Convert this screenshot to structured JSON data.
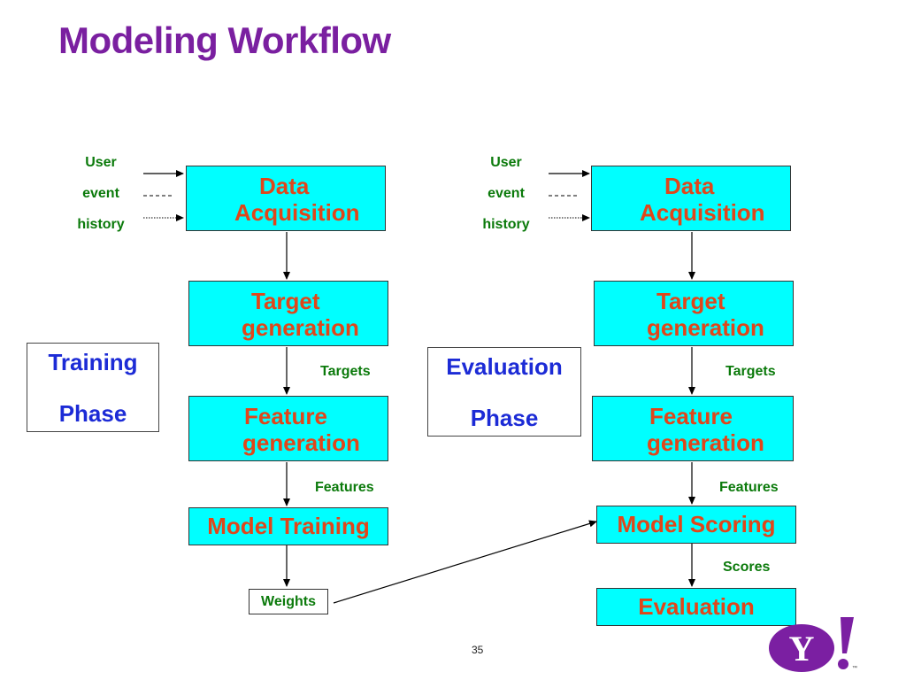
{
  "title": "Modeling Workflow",
  "page_number": "35",
  "logo": {
    "text": "Y",
    "exclaim": "!",
    "tm": "™",
    "color": "#7b1fa2"
  },
  "left": {
    "inputs": [
      "User",
      "event",
      "history"
    ],
    "phase": {
      "line1": "Training",
      "line2": "Phase"
    },
    "boxes": [
      {
        "line1": "Data",
        "line2": "Acquisition"
      },
      {
        "line1": "Target",
        "line2": "generation"
      },
      {
        "line1": "Feature",
        "line2": "generation"
      },
      {
        "label": "Model Training"
      }
    ],
    "edge_labels": {
      "targets": "Targets",
      "features": "Features"
    },
    "output": "Weights"
  },
  "right": {
    "inputs": [
      "User",
      "event",
      "history"
    ],
    "phase": {
      "line1": "Evaluation",
      "line2": "Phase"
    },
    "boxes": [
      {
        "line1": "Data",
        "line2": "Acquisition"
      },
      {
        "line1": "Target",
        "line2": "generation"
      },
      {
        "line1": "Feature",
        "line2": "generation"
      },
      {
        "label": "Model Scoring"
      },
      {
        "label": "Evaluation"
      }
    ],
    "edge_labels": {
      "targets": "Targets",
      "features": "Features",
      "scores": "Scores"
    }
  },
  "colors": {
    "title": "#7a1fa0",
    "box_fill": "#00ffff",
    "box_text": "#e0461a",
    "phase_text": "#1c2bd6",
    "label_text": "#0b7a0b"
  }
}
